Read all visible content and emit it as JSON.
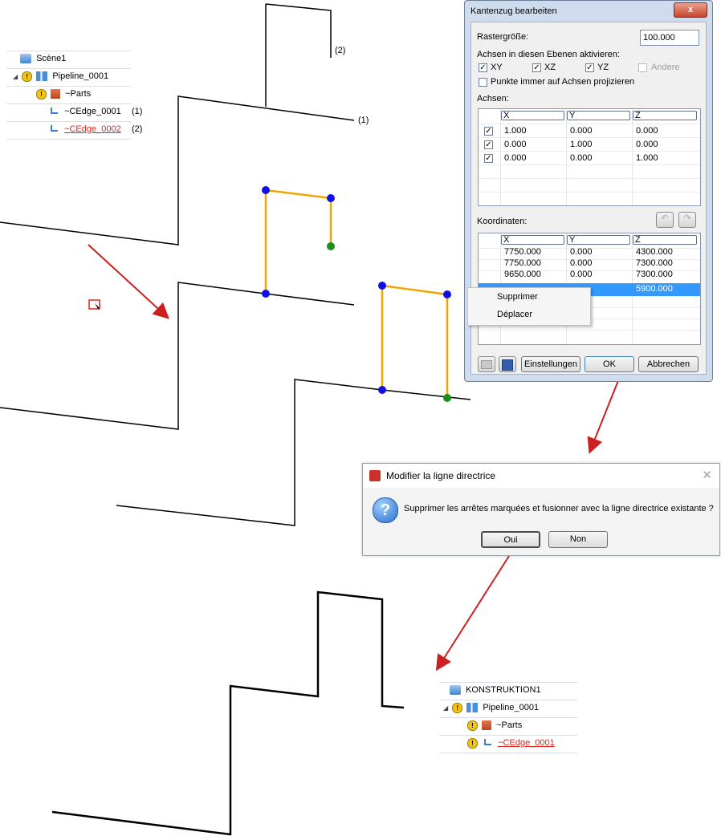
{
  "tree_top": {
    "rows": [
      {
        "label": "Scène1",
        "icon": "scene-icon"
      },
      {
        "label": "Pipeline_0001",
        "icon": "pipeline-icon"
      },
      {
        "label": "~Parts",
        "icon": "parts-icon"
      },
      {
        "label": "~CEdge_0001",
        "icon": "edge-icon",
        "tag": "(1)"
      },
      {
        "label": "~CEdge_0002",
        "icon": "edge-icon",
        "tag": "(2)"
      }
    ]
  },
  "viewport_labels": {
    "label1": "(1)",
    "label2": "(2)"
  },
  "kantenzug": {
    "title": "Kantenzug bearbeiten",
    "close": "x",
    "raster_label": "Rastergröße:",
    "raster_value": "100.000",
    "axes_planes_label": "Achsen in diesen Ebenen aktivieren:",
    "plane_xy": "XY",
    "plane_xz": "XZ",
    "plane_yz": "YZ",
    "plane_other": "Andere",
    "project_label": "Punkte immer auf Achsen projizieren",
    "axes_label": "Achsen:",
    "headers": {
      "x": "X",
      "y": "Y",
      "z": "Z"
    },
    "axes_rows": [
      {
        "x": "1.000",
        "y": "0.000",
        "z": "0.000"
      },
      {
        "x": "0.000",
        "y": "1.000",
        "z": "0.000"
      },
      {
        "x": "0.000",
        "y": "0.000",
        "z": "1.000"
      }
    ],
    "coords_label": "Koordinaten:",
    "coord_rows": [
      {
        "x": "7750.000",
        "y": "0.000",
        "z": "4300.000"
      },
      {
        "x": "7750.000",
        "y": "0.000",
        "z": "7300.000"
      },
      {
        "x": "9650.000",
        "y": "0.000",
        "z": "7300.000"
      },
      {
        "x": "",
        "y": "",
        "z": "5900.000"
      }
    ],
    "btn_settings": "Einstellungen",
    "btn_ok": "OK",
    "btn_cancel": "Abbrechen"
  },
  "context_menu": {
    "delete": "Supprimer",
    "move": "Déplacer"
  },
  "modifier_dialog": {
    "title": "Modifier la ligne directrice",
    "message": "Supprimer les arrêtes marquées et fusionner avec la ligne directrice existante ?",
    "yes": "Oui",
    "no": "Non"
  },
  "tree_bottom": {
    "rows": [
      {
        "label": "KONSTRUKTION1",
        "icon": "scene-icon"
      },
      {
        "label": "Pipeline_0001",
        "icon": "pipeline-icon"
      },
      {
        "label": "~Parts",
        "icon": "parts-icon"
      },
      {
        "label": "~CEdge_0001",
        "icon": "edge-icon"
      }
    ]
  },
  "colors": {
    "accent_blue": "#3399ff",
    "handle_blue": "#1010e0",
    "handle_green": "#1a8f1a",
    "edge_orange": "#f0a500",
    "arrow_red": "#cc2020"
  }
}
